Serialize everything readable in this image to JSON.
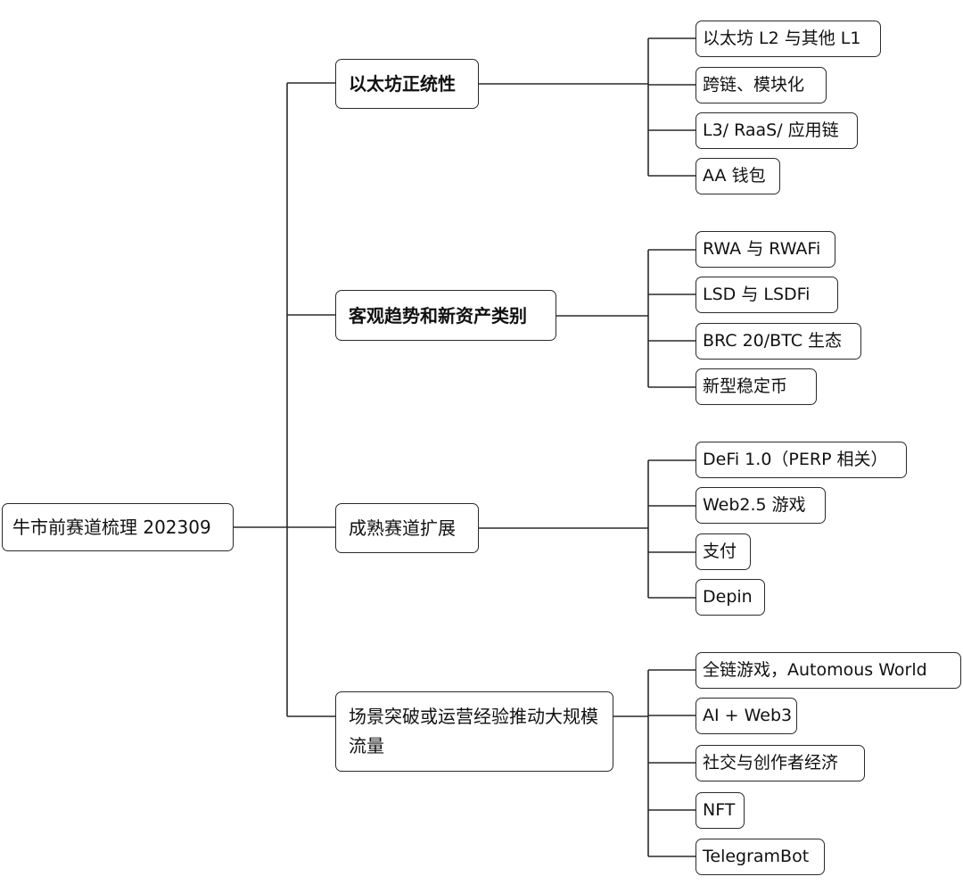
{
  "diagram": {
    "root": "牛市前赛道梳理 202309",
    "branches": [
      {
        "label": "以太坊正统性",
        "leaves": [
          "以太坊 L2 与其他 L1",
          "跨链、模块化",
          "L3/ RaaS/ 应用链",
          "AA 钱包"
        ]
      },
      {
        "label": "客观趋势和新资产类别",
        "leaves": [
          "RWA 与 RWAFi",
          "LSD 与 LSDFi",
          "BRC 20/BTC 生态",
          "新型稳定币"
        ]
      },
      {
        "label": "成熟赛道扩展",
        "leaves": [
          "DeFi 1.0（PERP 相关）",
          "Web2.5 游戏",
          "支付",
          "Depin"
        ]
      },
      {
        "label": "场景突破或运营经验推动大规模流量",
        "leaves": [
          "全链游戏，Automous World",
          "AI + Web3",
          "社交与创作者经济",
          "NFT",
          "TelegramBot"
        ]
      }
    ]
  },
  "colors": {
    "line": "#2a2a2a",
    "node_border": "#2a2a2a",
    "node_fill": "#ffffff",
    "text": "#111111"
  }
}
